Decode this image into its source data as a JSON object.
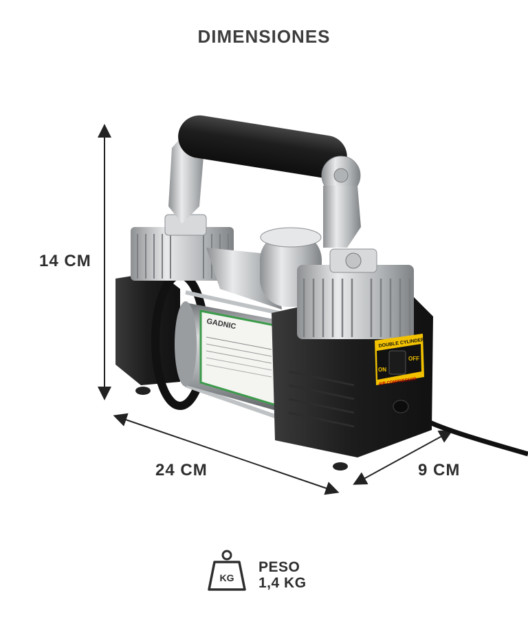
{
  "header": {
    "title": "DIMENSIONES"
  },
  "dimensions": {
    "height": "14 CM",
    "length": "24 CM",
    "depth": "9 CM"
  },
  "weight": {
    "label": "PESO",
    "value": "1,4 KG",
    "icon_text": "KG",
    "icon": "weight-kg-icon"
  },
  "product": {
    "brand": "GADNIC",
    "panel_title": "DOUBLE CYLINDER",
    "switch_on": "ON",
    "switch_off": "OFF",
    "panel_footer": "AIR COMPRESSOR"
  },
  "colors": {
    "text": "#2e2e2e",
    "body": "#1f1f1f",
    "metal": "#c9cbcd",
    "label_yellow": "#f2c200",
    "label_green": "#3b9b4a"
  }
}
